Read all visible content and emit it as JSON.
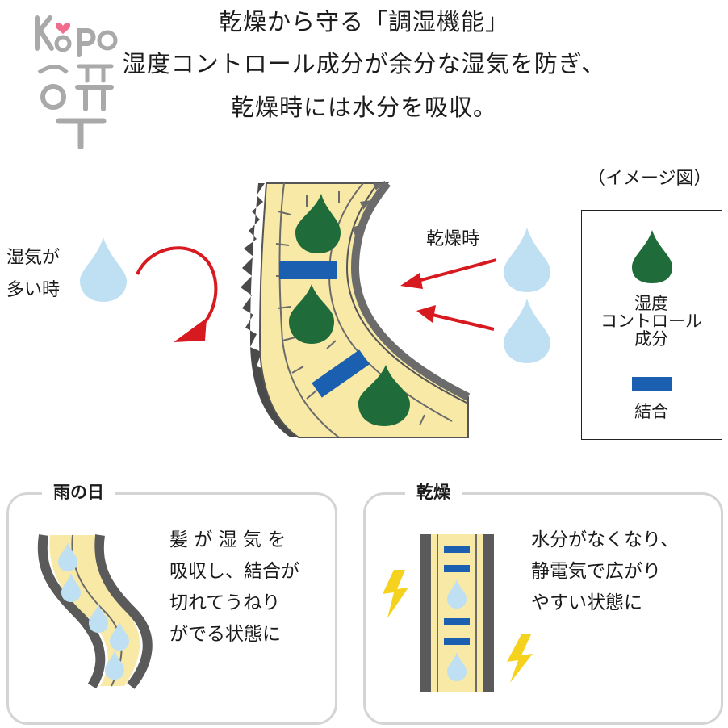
{
  "logo": {
    "text": "KoPOTT"
  },
  "heading": {
    "line1": "乾燥から守る「調湿機能」",
    "line2": "湿度コントロール成分が余分な湿気を防ぎ、",
    "line3": "乾燥時には水分を吸収。"
  },
  "image_note": "（イメージ図）",
  "left_label": {
    "line1": "湿気が",
    "line2": "多い時"
  },
  "right_label": "乾燥時",
  "legend": {
    "item1_line1": "湿度",
    "item1_line2": "コントロール",
    "item1_line3": "成分",
    "item2": "結合"
  },
  "panels": {
    "rainy": {
      "title": "雨の日",
      "text": "髪 が 湿 気 を\n吸収し、結合が\n切れてうねり\nがでる状態に"
    },
    "dry": {
      "title": "乾燥",
      "text": "水分がなくなり、\n静電気で広がり\nやすい状態に"
    }
  },
  "colors": {
    "hair_fill": "#f8eaa6",
    "cuticle_gray": "#6b6b6b",
    "drop_green": "#1f6b3a",
    "bond_blue": "#1a5fb0",
    "water_drop": "#bfe0f3",
    "arrow_red": "#d71920",
    "spark_yellow": "#f4d21e",
    "panel_border": "#d4d4d4",
    "logo_pink": "#f26d8d"
  }
}
